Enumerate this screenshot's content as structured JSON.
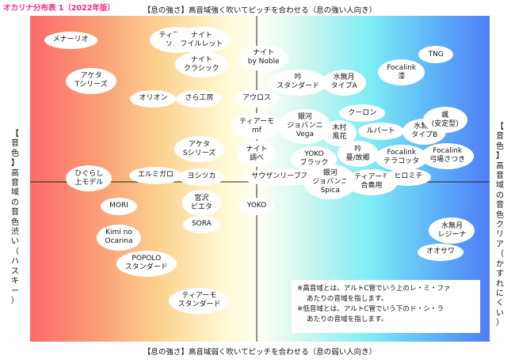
{
  "chart_data": {
    "type": "scatter",
    "title": "オカリナ分布表 1（2022年版）",
    "axis_top": "【息の強さ】高音域強く吹いてピッチを合わせる（息の強い人向き）",
    "axis_bottom": "【息の強さ】高音域弱く吹いてピッチを合わせる（息の弱い人向き）",
    "axis_left": [
      "【",
      "音",
      "色",
      "】",
      "高",
      "音",
      "域",
      "の",
      "音",
      "色",
      "渋",
      "い",
      "（",
      "ハ",
      "ス",
      "キ",
      "ー",
      "）"
    ],
    "axis_right": [
      "【",
      "音",
      "色",
      "】",
      "高",
      "音",
      "域",
      "の",
      "音",
      "色",
      "ク",
      "リ",
      "ア",
      "（",
      "か",
      "す",
      "れ",
      "に",
      "く",
      "い",
      "）"
    ],
    "points": [
      {
        "lines": [
          "メナーリオ"
        ],
        "x": -0.81,
        "y": 0.87
      },
      {
        "lines": [
          "ティアーモ",
          "ソロ用"
        ],
        "x": -0.35,
        "y": 0.87
      },
      {
        "lines": [
          "ナイト",
          "フイルレット"
        ],
        "x": -0.24,
        "y": 0.87
      },
      {
        "lines": [
          "ナイト",
          "クラシック"
        ],
        "x": -0.24,
        "y": 0.72
      },
      {
        "lines": [
          "ナイト",
          "by Noble"
        ],
        "x": 0.03,
        "y": 0.76
      },
      {
        "lines": [
          "アケタ",
          "Tシリーズ"
        ],
        "x": -0.72,
        "y": 0.62
      },
      {
        "lines": [
          "オリオン"
        ],
        "x": -0.45,
        "y": 0.51
      },
      {
        "lines": [
          "さら工房"
        ],
        "x": -0.25,
        "y": 0.51
      },
      {
        "lines": [
          "アケタ",
          "Sシリーズ"
        ],
        "x": -0.25,
        "y": 0.2
      },
      {
        "lines": [
          "アウロス"
        ],
        "x": 0.0,
        "y": 0.51
      },
      {
        "lines": [
          "吟",
          "スタンダード"
        ],
        "x": 0.18,
        "y": 0.61
      },
      {
        "lines": [
          "水無月",
          "タイプA"
        ],
        "x": 0.38,
        "y": 0.61
      },
      {
        "lines": [
          "TNG"
        ],
        "x": 0.78,
        "y": 0.78
      },
      {
        "lines": [
          "Focalink",
          "漆"
        ],
        "x": 0.63,
        "y": 0.67
      },
      {
        "lines": [
          "ティアーモ",
          "mf"
        ],
        "x": 0.0,
        "y": 0.34
      },
      {
        "lines": [
          "銀河",
          "ジョバンニ",
          "Vega"
        ],
        "x": 0.21,
        "y": 0.34
      },
      {
        "lines": [
          "クーロン"
        ],
        "x": 0.46,
        "y": 0.42
      },
      {
        "lines": [
          "木村",
          "風花"
        ],
        "x": 0.36,
        "y": 0.3
      },
      {
        "lines": [
          "ルパート"
        ],
        "x": 0.54,
        "y": 0.31
      },
      {
        "lines": [
          "水無月",
          "タイプB"
        ],
        "x": 0.73,
        "y": 0.31
      },
      {
        "lines": [
          "颯",
          "(安定型)"
        ],
        "x": 0.82,
        "y": 0.38
      },
      {
        "lines": [
          "ナイト",
          "調べ"
        ],
        "x": 0.0,
        "y": 0.17
      },
      {
        "lines": [
          "YOKO",
          "ブラック"
        ],
        "x": 0.25,
        "y": 0.14
      },
      {
        "lines": [
          "吟",
          "蔓/故郷"
        ],
        "x": 0.44,
        "y": 0.17
      },
      {
        "lines": [
          "Focalink",
          "テラコッタ"
        ],
        "x": 0.63,
        "y": 0.15
      },
      {
        "lines": [
          "Focalink",
          "弓場さつき"
        ],
        "x": 0.83,
        "y": 0.16
      },
      {
        "lines": [
          "ひぐらし",
          "上モデル"
        ],
        "x": -0.73,
        "y": 0.02
      },
      {
        "lines": [
          "エルミガロ"
        ],
        "x": -0.44,
        "y": 0.04
      },
      {
        "lines": [
          "ヨシツカ"
        ],
        "x": -0.24,
        "y": 0.03
      },
      {
        "lines": [
          "サウザンリーブス"
        ],
        "x": 0.1,
        "y": 0.03
      },
      {
        "lines": [
          "銀河",
          "ジョバンニ",
          "Spica"
        ],
        "x": 0.32,
        "y": 0.0
      },
      {
        "lines": [
          "ティアーモ",
          "合奏用"
        ],
        "x": 0.5,
        "y": 0.0
      },
      {
        "lines": [
          "ヒロミチ"
        ],
        "x": 0.66,
        "y": 0.03
      },
      {
        "lines": [
          "宮沢",
          "ピエタ"
        ],
        "x": -0.24,
        "y": -0.13
      },
      {
        "lines": [
          "MORI"
        ],
        "x": -0.6,
        "y": -0.15
      },
      {
        "lines": [
          "YOKO"
        ],
        "x": 0.0,
        "y": -0.15
      },
      {
        "lines": [
          "SORA"
        ],
        "x": -0.24,
        "y": -0.26
      },
      {
        "lines": [
          "Kimi no",
          "Ocarina"
        ],
        "x": -0.6,
        "y": -0.34
      },
      {
        "lines": [
          "POPOLO",
          "スタンダード"
        ],
        "x": -0.48,
        "y": -0.5
      },
      {
        "lines": [
          "水無月",
          "レジーナ"
        ],
        "x": 0.85,
        "y": -0.3
      },
      {
        "lines": [
          "オオサワ"
        ],
        "x": 0.8,
        "y": -0.43
      },
      {
        "lines": [
          "ティアーモ",
          "スタンダード"
        ],
        "x": -0.25,
        "y": -0.73
      }
    ]
  },
  "note_lines": [
    "※高音域とは、アルトC管でいう上のレ・ミ・ファ",
    "あたりの音域を指します。",
    "※低音域とは、アルトC管でいう下のド・シ・ラ",
    "あたりの音域を指します。"
  ]
}
